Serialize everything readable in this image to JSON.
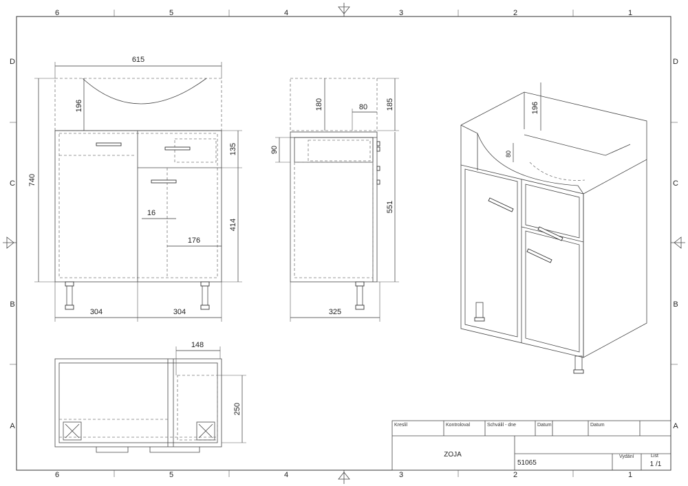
{
  "zones": {
    "columns": [
      "6",
      "5",
      "4",
      "3",
      "2",
      "1"
    ],
    "rows": [
      "D",
      "C",
      "B",
      "A"
    ]
  },
  "dimensions": {
    "front": {
      "width": "615",
      "height": "740",
      "basin_depth": "196",
      "drawer_height": "135",
      "door_height": "414",
      "gap": "16",
      "inner_width": "176",
      "left_width": "304",
      "right_width": "304"
    },
    "side": {
      "top_a": "180",
      "top_b": "80",
      "top_c": "185",
      "drawer": "90",
      "body": "551",
      "depth": "325"
    },
    "iso": {
      "basin": "196",
      "rim": "80"
    },
    "top_view": {
      "width": "148",
      "depth": "250"
    }
  },
  "title_block": {
    "drawn_label": "Kreslil",
    "checked_label": "Kontroloval",
    "approved_label": "Schválil - dne",
    "date_label_1": "Datum",
    "date_label_2": "Datum",
    "name": "ZOJA",
    "number": "51065",
    "edition_label": "Vydání",
    "sheet_label": "List",
    "sheet_value": "1 /1"
  }
}
